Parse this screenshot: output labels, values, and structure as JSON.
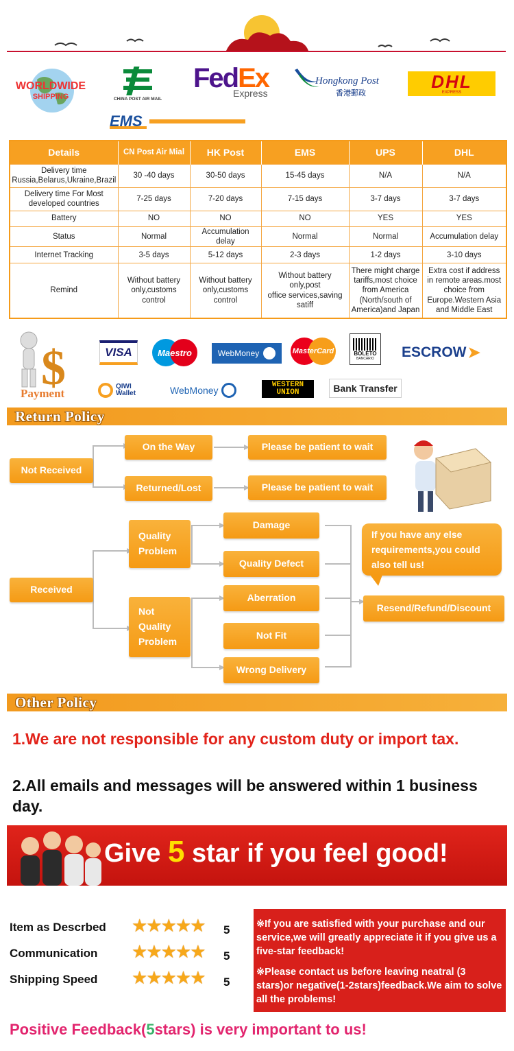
{
  "header": {
    "accent": "#c8102e"
  },
  "carriers": {
    "worldwide_line1": "WORLDWIDE",
    "worldwide_line2": "SHIPPING",
    "china_post": "CHINA POST AIR MAIL",
    "fedex_fed": "Fed",
    "fedex_ex": "Ex",
    "fedex_express": "Express",
    "hongkong_post": "Hongkong Post",
    "hongkong_post_cn": "香港郵政",
    "dhl": "DHL",
    "dhl_express": "EXPRESS",
    "ems": "EMS"
  },
  "shipping_table": {
    "headers": [
      "Details",
      "CN Post Air Mial",
      "HK Post",
      "EMS",
      "UPS",
      "DHL"
    ],
    "rows": [
      {
        "label": "Delivery time\nRussia,Belarus,Ukraine,Brazil",
        "cells": [
          "30 -40 days",
          "30-50 days",
          "15-45 days",
          "N/A",
          "N/A"
        ]
      },
      {
        "label": "Delivery time For Most\ndeveloped countries",
        "cells": [
          "7-25 days",
          "7-20 days",
          "7-15 days",
          "3-7 days",
          "3-7 days"
        ]
      },
      {
        "label": "Battery",
        "cells": [
          "NO",
          "NO",
          "NO",
          "YES",
          "YES"
        ]
      },
      {
        "label": "Status",
        "cells": [
          "Normal",
          "Accumulation delay",
          "Normal",
          "Normal",
          "Accumulation delay"
        ]
      },
      {
        "label": "Internet Tracking",
        "cells": [
          "3-5 days",
          "5-12 days",
          "2-3 days",
          "1-2 days",
          "3-10 days"
        ]
      },
      {
        "label": "Remind",
        "cells": [
          "Without battery\nonly,customs\ncontrol",
          "Without battery\nonly,customs\ncontrol",
          "Without battery only,post\noffice services,saving\nsatiff",
          "There might charge\ntariffs,most choice\nfrom America\n(North/south of\nAmerica)and Japan",
          "Extra cost if address\nin remote areas.most\nchoice from\nEurope.Western Asia\nand Middle East"
        ]
      }
    ]
  },
  "payment": {
    "label": "Payment",
    "visa": "VISA",
    "maestro": "Maestro",
    "webmoney1": "WebMoney",
    "mastercard": "MasterCard",
    "boleto1": "BOLETO",
    "boleto2": "BANCÁRIO",
    "escrow": "ESCROW",
    "qiwi1": "QIWI",
    "qiwi2": "Wallet",
    "webmoney2": "WebMoney",
    "western1": "WESTERN",
    "western2": "UNION",
    "bank": "Bank Transfer"
  },
  "return_policy": {
    "title": "Return Policy",
    "not_received": "Not Received",
    "on_the_way": "On the Way",
    "returned_lost": "Returned/Lost",
    "wait1": "Please be patient to wait",
    "wait2": "Please be patient to wait",
    "received": "Received",
    "quality_problem": "Quality\nProblem",
    "not_quality_problem": "Not\nQuality\nProblem",
    "damage": "Damage",
    "quality_defect": "Quality Defect",
    "aberration": "Aberration",
    "not_fit": "Not Fit",
    "wrong_delivery": "Wrong Delivery",
    "bubble": "If you have any else requirements,you could also tell us!",
    "resend": "Resend/Refund/Discount"
  },
  "other_policy": {
    "title": "Other Policy",
    "p1": "1.We are not responsible for any custom duty or import tax.",
    "p2": "2.All emails and messages will be answered within 1 business day.",
    "p1_color": "#e2231a"
  },
  "feedback_banner": {
    "give": "Give",
    "five": "5",
    "rest": "star if you feel good!"
  },
  "ratings": [
    {
      "label": "Item as Descrbed",
      "stars": 5,
      "value": "5"
    },
    {
      "label": "Communication",
      "stars": 5,
      "value": "5"
    },
    {
      "label": "Shipping Speed",
      "stars": 5,
      "value": "5"
    }
  ],
  "notes": {
    "n1": "※If you are satisfied with your purchase and our service,we will greatly appreciate it if you give us a five-star feedback!",
    "n2": "※Please contact us before leaving neatral (3 stars)or negative(1-2stars)feedback.We aim to solve all the problems!"
  },
  "bottom": {
    "a": "Positive Feedback(",
    "b": "5",
    "c": "stars) is very important to us!"
  }
}
